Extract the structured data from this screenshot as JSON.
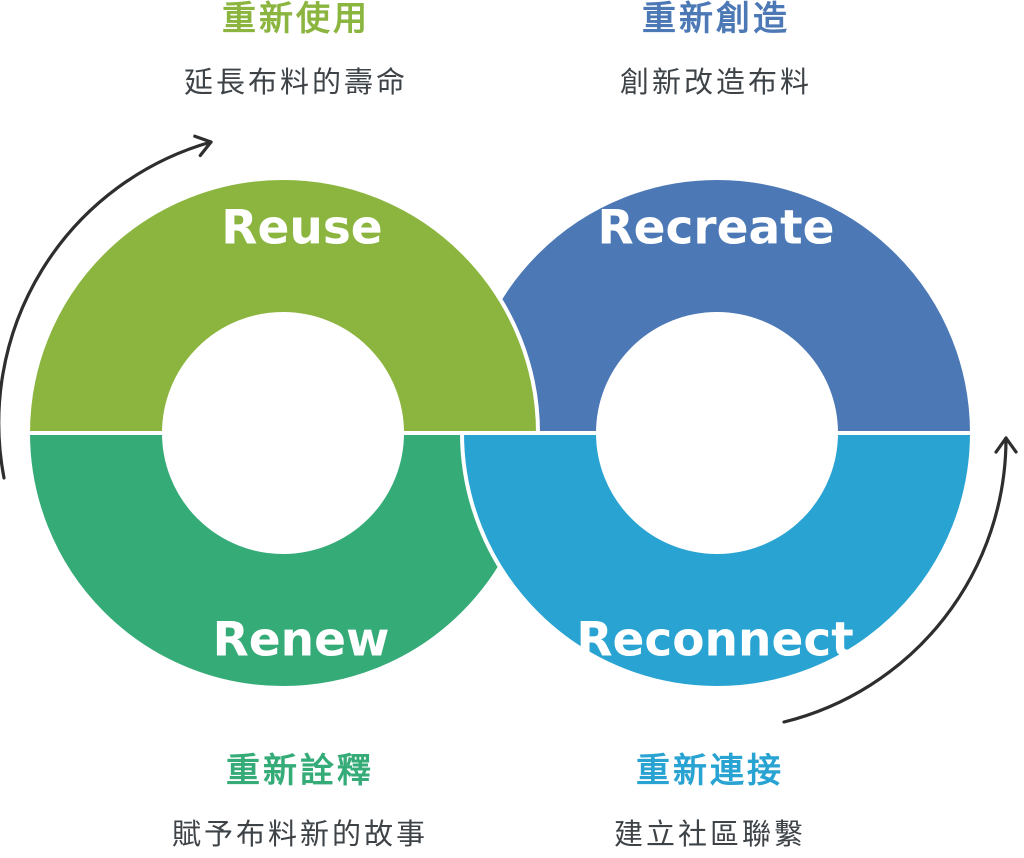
{
  "diagram": {
    "quadrants": [
      {
        "position": "top-left",
        "ring_label": "Reuse",
        "title": "重新使用",
        "subtitle": "延長布料的壽命",
        "color": "#8BB53F"
      },
      {
        "position": "top-right",
        "ring_label": "Recreate",
        "title": "重新創造",
        "subtitle": "創新改造布料",
        "color": "#4C79B6"
      },
      {
        "position": "bottom-left",
        "ring_label": "Renew",
        "title": "重新詮釋",
        "subtitle": "賦予布料新的故事",
        "color": "#35AB78"
      },
      {
        "position": "bottom-right",
        "ring_label": "Reconnect",
        "title": "重新連接",
        "subtitle": "建立社區聯繫",
        "color": "#29A3D2"
      }
    ],
    "subtitle_color": "#3E4348",
    "arrow_color": "#2E2E2E",
    "separator_color": "#FFFFFF"
  }
}
